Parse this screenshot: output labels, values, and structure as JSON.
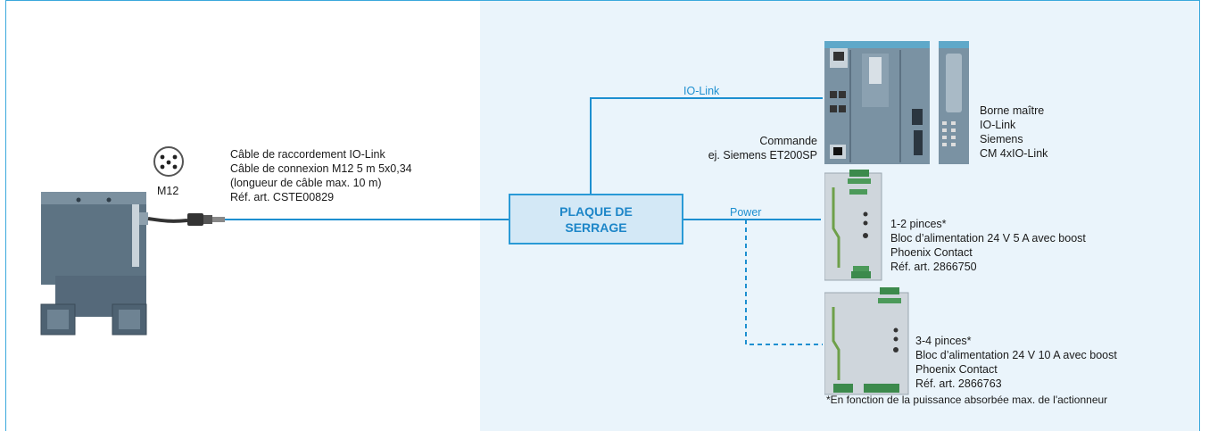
{
  "connector": {
    "label": "M12"
  },
  "cable": {
    "lines": [
      "Câble de raccordement IO-Link",
      "Câble de connexion M12 5 m 5x0,34",
      "(longueur de câble max. 10 m)",
      "Réf. art. CSTE00829"
    ]
  },
  "plaque": {
    "line1": "PLAQUE DE",
    "line2": "SERRAGE"
  },
  "links": {
    "iolink": "IO-Link",
    "power": "Power"
  },
  "controller": {
    "line1": "Commande",
    "line2": "ej. Siemens ET200SP"
  },
  "master": {
    "lines": [
      "Borne maître",
      "IO-Link",
      "Siemens",
      "CM 4xIO-Link"
    ]
  },
  "psu1": {
    "lines": [
      "1-2 pinces*",
      "Bloc d’alimentation 24 V 5 A avec boost",
      "Phoenix Contact",
      "Réf. art. 2866750"
    ]
  },
  "psu2": {
    "lines": [
      "3-4 pinces*",
      "Bloc d’alimentation 24 V 10 A avec boost",
      "Phoenix Contact",
      "Réf. art. 2866763"
    ]
  },
  "footnote": "*En fonction de la puissance absorbée max. de l'actionneur",
  "colors": {
    "accent": "#1d8fd0",
    "panel": "#eaf4fb",
    "device": "#6f8798"
  }
}
